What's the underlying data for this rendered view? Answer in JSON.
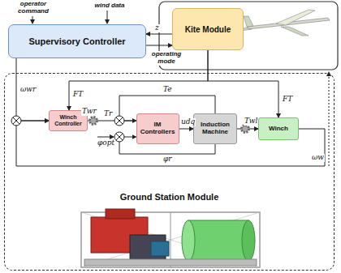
{
  "diagram": {
    "nodes": [
      {
        "text": [
          "Supervisory Controller"
        ]
      },
      {
        "text": [
          "Kite Module"
        ]
      },
      {
        "text": [
          "Ground Station Module"
        ]
      },
      {
        "text": [
          "Winch Controller"
        ],
        "in": 2
      },
      {
        "text": [
          "IM Controllers"
        ],
        "in": 2
      },
      {
        "text": [
          "Induction Machine"
        ],
        "in": 2
      },
      {
        "text": [
          "Winch"
        ],
        "in": 2
      }
    ],
    "edges": [
      {
        "from": 1,
        "to": 0,
        "label": "z",
        "arrow": "to"
      },
      {
        "from": 0,
        "to": 1,
        "label": "operating mode",
        "arrow": "to"
      },
      {
        "from": 0,
        "to": 3,
        "label": "ωwr",
        "arrow": "to"
      },
      {
        "from": 1,
        "to": 3,
        "label": "FT",
        "arrow": "to"
      },
      {
        "from": 3,
        "to": 4,
        "label": "Tr",
        "arrow": "to"
      },
      {
        "from": 5,
        "to": 4,
        "label": "Te",
        "arrow": "to"
      },
      {
        "from": 4,
        "to": 5,
        "label": "udq",
        "arrow": "to"
      },
      {
        "from": 5,
        "to": 4,
        "label": "φr",
        "arrow": "to"
      },
      {
        "from": 5,
        "to": 6,
        "label": "Twl",
        "arrow": "to"
      },
      {
        "from": 1,
        "to": 6,
        "label": "FT",
        "arrow": "to"
      },
      {
        "from": 6,
        "to": 3,
        "label": "ωw",
        "arrow": "to"
      }
    ],
    "labels": [
      "operator command",
      "wind data",
      "Twr",
      "φopt"
    ]
  }
}
